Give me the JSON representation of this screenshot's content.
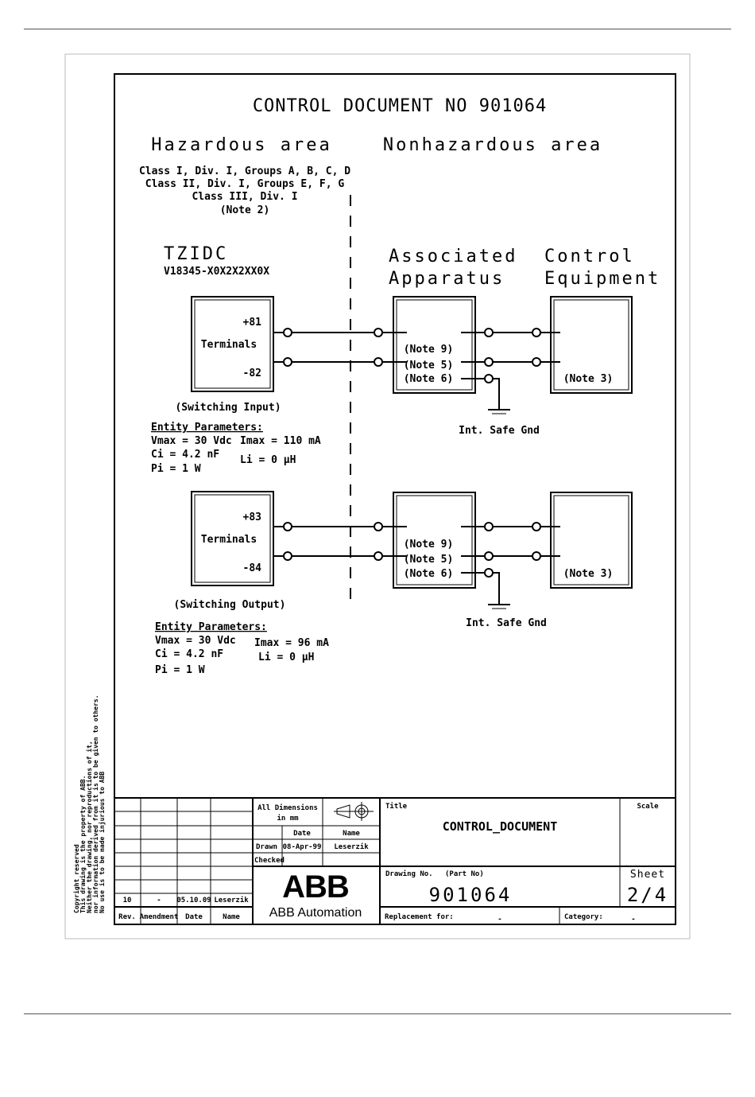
{
  "header": {
    "title": "CONTROL DOCUMENT NO 901064",
    "hazardous": "Hazardous area",
    "nonhazardous": "Nonhazardous area",
    "classes": [
      "Class I, Div. I, Groups A, B, C, D",
      "Class II, Div. I, Groups E, F, G",
      "Class III, Div. I",
      "(Note 2)"
    ]
  },
  "device": {
    "name": "TZIDC",
    "code": "V18345-X0X2X2XX0X"
  },
  "associated": {
    "line1": "Associated",
    "line2": "Apparatus"
  },
  "control": {
    "line1": "Control",
    "line2": "Equipment"
  },
  "circuit_top": {
    "plus": "+81",
    "minus": "-82",
    "terminals": "Terminals",
    "note9": "(Note 9)",
    "note5": "(Note 5)",
    "note6": "(Note 6)",
    "note3": "(Note 3)",
    "mode": "(Switching Input)",
    "gnd": "Int. Safe Gnd"
  },
  "params_top": {
    "heading": "Entity Parameters:",
    "vmax": "Vmax = 30 Vdc",
    "imax": "Imax = 110 mA",
    "ci": "Ci = 4.2 nF",
    "li": "Li = 0 µH",
    "pi": "Pi = 1 W"
  },
  "circuit_bottom": {
    "plus": "+83",
    "minus": "-84",
    "terminals": "Terminals",
    "note9": "(Note 9)",
    "note5": "(Note 5)",
    "note6": "(Note 6)",
    "note3": "(Note 3)",
    "mode": "(Switching Output)",
    "gnd": "Int. Safe Gnd"
  },
  "params_bottom": {
    "heading": "Entity Parameters:",
    "vmax": "Vmax = 30 Vdc",
    "imax": "Imax = 96 mA",
    "ci": "Ci = 4.2 nF",
    "li": "Li = 0 µH",
    "pi": "Pi = 1 W"
  },
  "copyright": [
    "Copyright reserved",
    "This drawing is the property of ABB.",
    "Neither the drawing, nor reproductions of it,",
    "nor information derived from it is to be given to others.",
    "No use is to be made injurious to ABB"
  ],
  "titleblock": {
    "rev_row": {
      "rev": "10",
      "amendment": "-",
      "date": "05.10.09",
      "name": "Leserzik"
    },
    "col_rev": "Rev.",
    "col_amendment": "Amendment",
    "col_date": "Date",
    "col_name": "Name",
    "dimensions_1": "All Dimensions",
    "dimensions_2": "in mm",
    "date_hdr": "Date",
    "name_hdr": "Name",
    "drawn": "Drawn",
    "drawn_date": "08-Apr-99",
    "drawn_name": "Leserzik",
    "checked": "Checked",
    "title_label": "Title",
    "title_value": "CONTROL_DOCUMENT",
    "scale_label": "Scale",
    "drawing_no_label": "Drawing No.",
    "part_no_label": "(Part No)",
    "drawing_no": "901064",
    "sheet_label": "Sheet",
    "sheet_value": "2/4",
    "replacement_label": "Replacement for:",
    "replacement_value": "-",
    "category_label": "Category:",
    "category_value": "-",
    "logo_text": "ABB",
    "logo_sub": "ABB Automation"
  }
}
